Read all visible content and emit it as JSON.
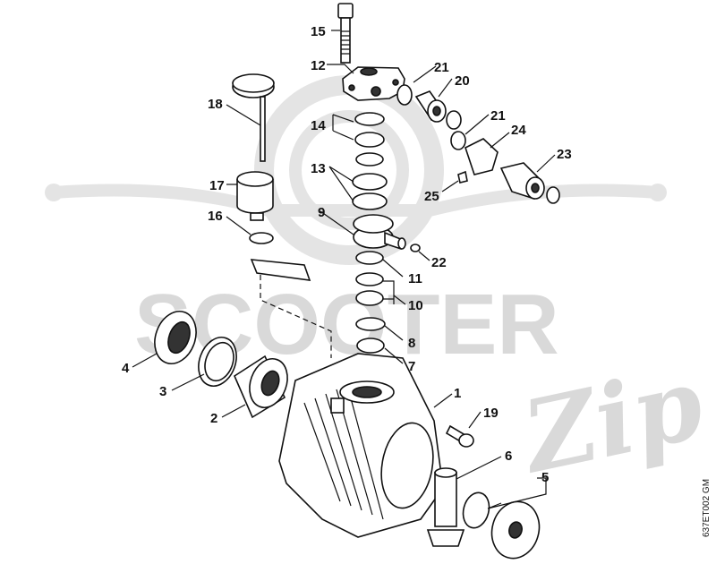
{
  "diagram": {
    "watermark_main": "SCOOTER",
    "watermark_script": "Zip",
    "drawing_code": "637ET002 GM",
    "callouts": [
      "1",
      "2",
      "3",
      "4",
      "5",
      "6",
      "7",
      "8",
      "9",
      "10",
      "11",
      "12",
      "13",
      "14",
      "15",
      "16",
      "17",
      "18",
      "19",
      "20",
      "21",
      "21",
      "22",
      "23",
      "24",
      "25"
    ],
    "colors": {
      "ink": "#111111",
      "watermark": "#d9d9d9"
    }
  }
}
